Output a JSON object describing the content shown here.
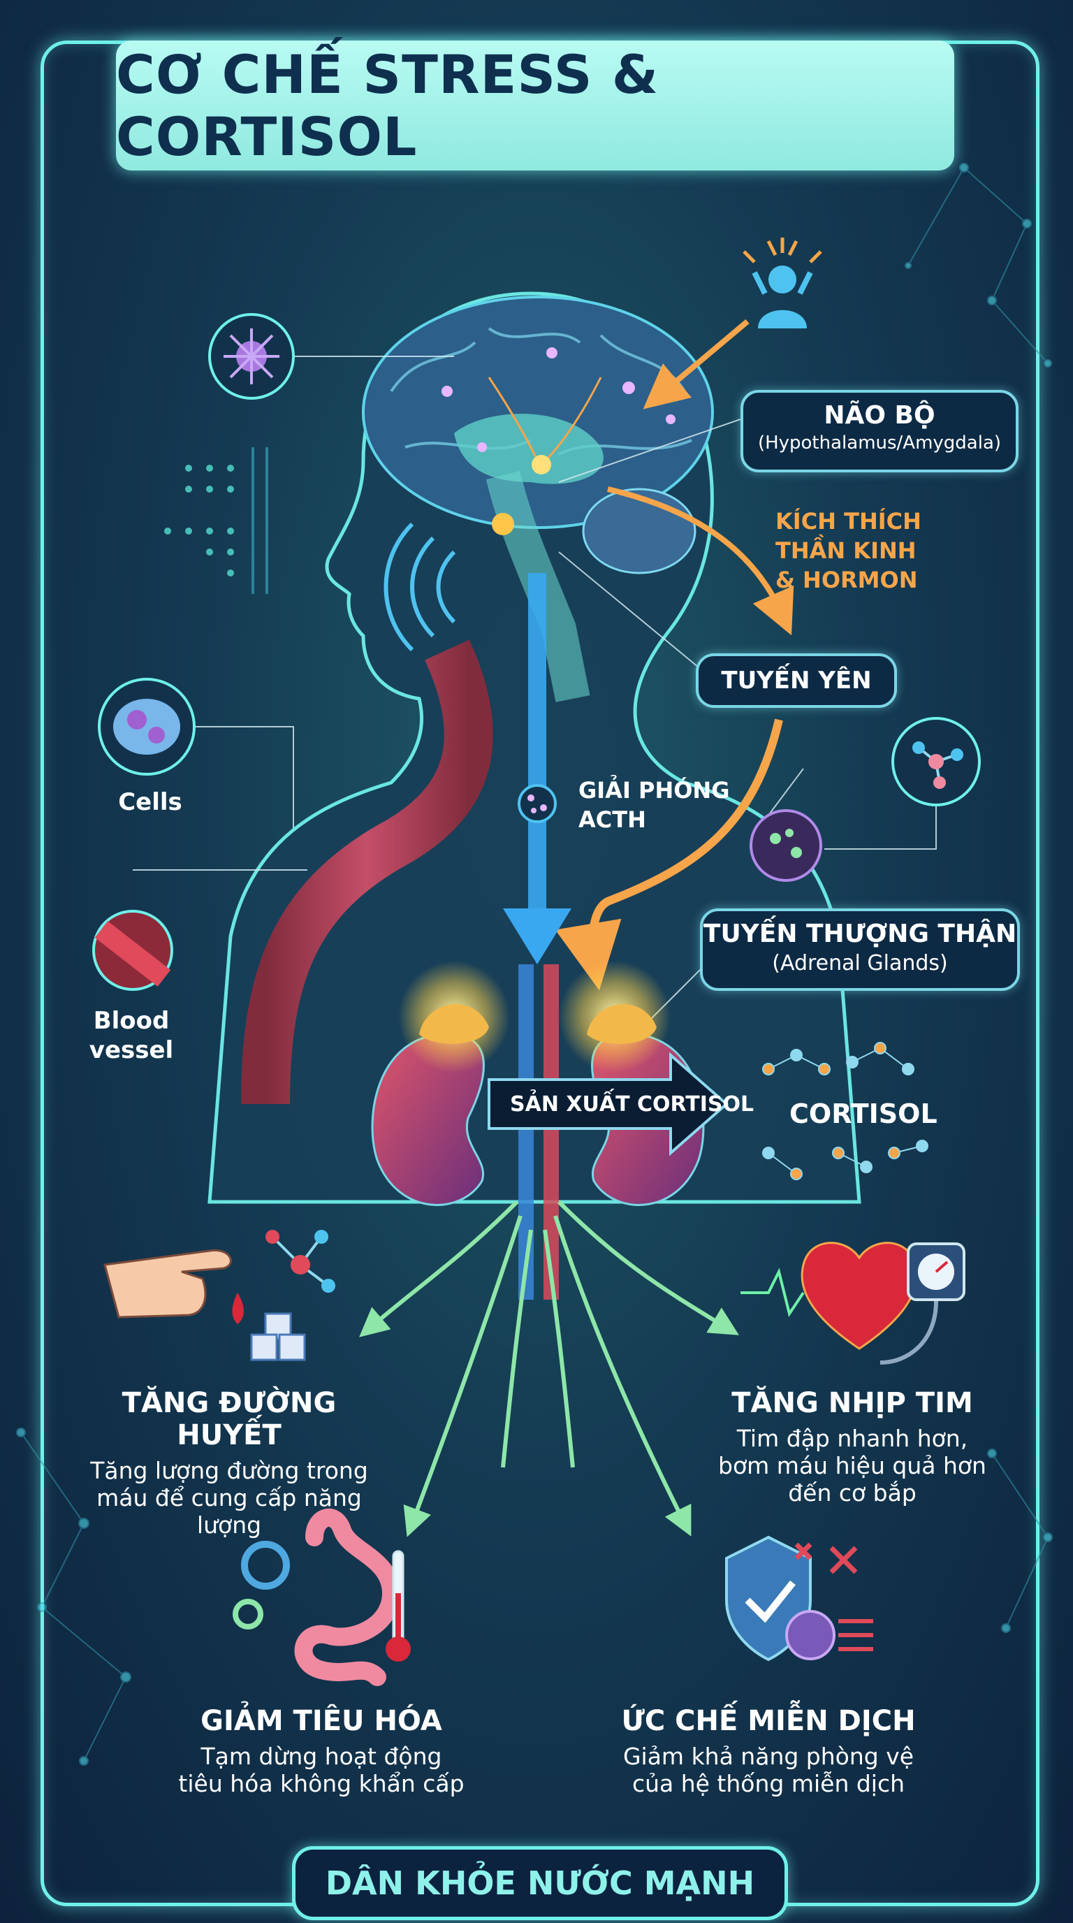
{
  "title": "CƠ CHẾ STRESS & CORTISOL",
  "brain": {
    "title": "NÃO BỘ",
    "subtitle": "(Hypothalamus/Amygdala)"
  },
  "stimulus": {
    "line1": "KÍCH THÍCH",
    "line2": "THẦN KINH",
    "line3": "& HORMON"
  },
  "pituitary": "TUYẾN YÊN",
  "acth": {
    "line1": "GIẢI PHÓNG",
    "line2": "ACTH"
  },
  "adrenal": {
    "title": "TUYẾN THƯỢNG THẬN",
    "subtitle": "(Adrenal Glands)"
  },
  "produce_label": "SẢN XUẤT CORTISOL",
  "cortisol_label": "CORTISOL",
  "cells_label": "Cells",
  "blood_label": {
    "line1": "Blood",
    "line2": "vessel"
  },
  "effects": [
    {
      "title": "TĂNG ĐƯỜNG HUYẾT",
      "line1": "Tăng lượng đường trong",
      "line2": "máu để cung cấp năng",
      "line3": "lượng"
    },
    {
      "title": "TĂNG NHỊP TIM",
      "line1": "Tim đập nhanh hơn,",
      "line2": "bơm máu hiệu quả hơn",
      "line3": "đến cơ bắp"
    },
    {
      "title": "GIẢM TIÊU HÓA",
      "line1": "Tạm dừng hoạt động",
      "line2": "tiêu hóa không khẩn cấp"
    },
    {
      "title": "ỨC CHẾ MIỄN DỊCH",
      "line1": "Giảm khả năng phòng vệ",
      "line2": "của hệ thống miễn dịch"
    }
  ],
  "footer": "DÂN KHỎE NƯỚC MẠNH",
  "colors": {
    "accent": "#6ff0e8",
    "orange": "#f7a54a",
    "blue_arrow": "#3aa8f0",
    "green_arrow": "#8ee6a8"
  }
}
